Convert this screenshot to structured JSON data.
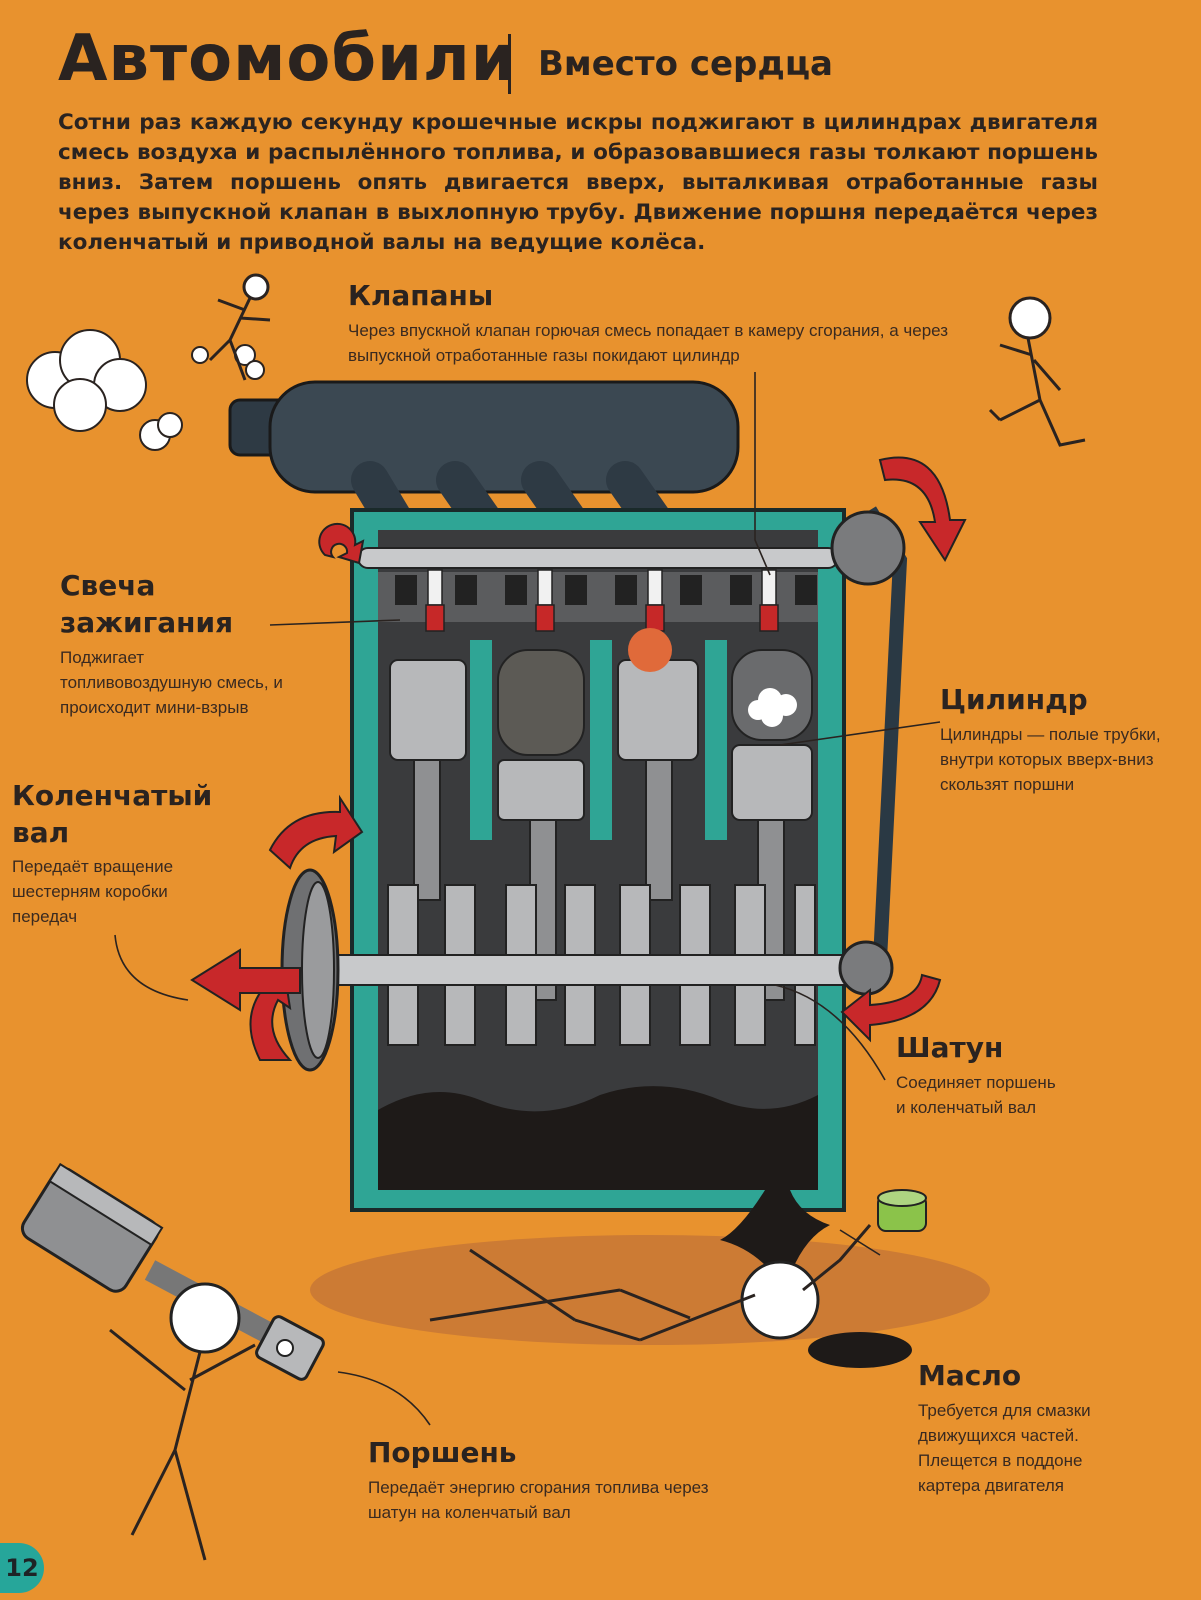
{
  "header": {
    "title": "Автомобили",
    "subtitle": "Вместо сердца"
  },
  "intro": "Сотни раз каждую секунду крошечные искры поджигают в цилиндрах двигателя смесь воздуха и распылённого топлива, и образовавшиеся газы толкают поршень вниз. Затем поршень опять двигается вверх, выталкивая отработанные газы через выпускной клапан в выхлопную трубу. Движение поршня передаётся через коленчатый и приводной валы на ведущие колёса.",
  "labels": {
    "valves": {
      "title": "Клапаны",
      "text": "Через впускной клапан горючая смесь попадает в камеру сгорания, а через выпускной отработанные газы покидают цилиндр"
    },
    "spark_plug": {
      "title_1": "Свеча",
      "title_2": "зажигания",
      "text": "Поджигает топливовоздушную смесь, и происходит мини-взрыв"
    },
    "crankshaft": {
      "title_1": "Коленчатый",
      "title_2": "вал",
      "text": "Передаёт вращение шестерням коробки передач"
    },
    "cylinder": {
      "title": "Цилиндр",
      "text": "Цилиндры — полые трубки, внутри которых вверх-вниз скользят поршни"
    },
    "con_rod": {
      "title": "Шатун",
      "text": "Соединяет поршень и коленчатый вал"
    },
    "oil": {
      "title": "Масло",
      "text": "Требуется для смазки движущихся частей. Плещется в поддоне картера двигателя"
    },
    "piston": {
      "title": "Поршень",
      "text": "Передаёт энергию сгорания топлива через шатун на коленчатый вал"
    }
  },
  "page_number": "12",
  "colors": {
    "background": "#e8922e",
    "engine_block": "#2fa595",
    "arrow_red": "#c8282a",
    "manifold": "#2e3a44"
  }
}
